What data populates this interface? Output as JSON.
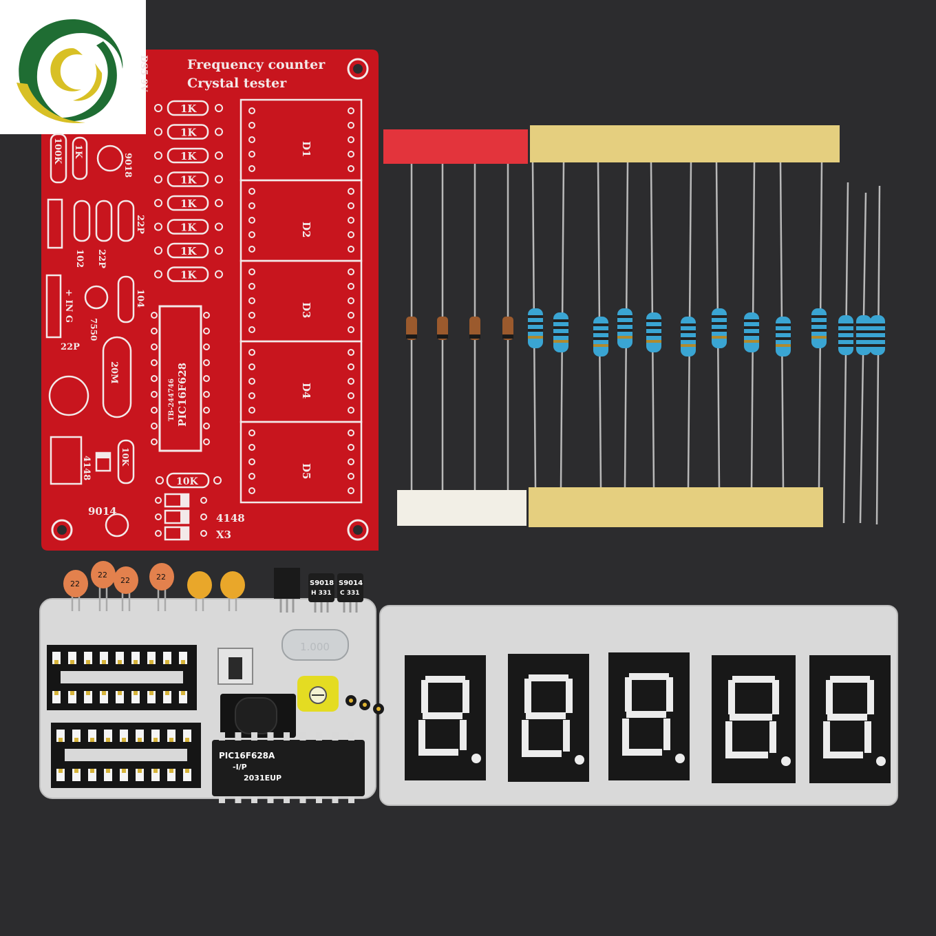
{
  "board": {
    "title_line1": "Frequency counter",
    "title_line2": "Crystal tester",
    "digit_labels": [
      "D1",
      "D2",
      "D3",
      "D4",
      "D5"
    ],
    "resistor_labels": [
      "1K",
      "1K",
      "1K",
      "1K",
      "1K",
      "1K",
      "1K",
      "1K"
    ],
    "r10k_label": "10K",
    "r10k_vertical_label": "10K",
    "chip_label": "PIC16F628",
    "chip_sub_label": "TB-244746",
    "left_labels": [
      "100K",
      "1K",
      "9018",
      "22P",
      "22P",
      "102",
      "104",
      "+ IN G",
      "7550",
      "22P",
      "20M",
      "4148",
      "9014"
    ],
    "bottom_labels": [
      "4148",
      "X3"
    ],
    "corner_label": "DS5 9V"
  },
  "parts": {
    "transistor_labels": [
      "S9018",
      "S9014"
    ],
    "transistor_codes": [
      "H 331",
      "C 331"
    ],
    "capacitor_labels": [
      "22",
      "22",
      "22",
      "22"
    ],
    "ic_labels": [
      "PIC16F628A",
      "-I/P",
      "2031EUP"
    ],
    "crystal_label": "1.000"
  },
  "colors": {
    "pcb_red": "#c8151e",
    "silkscreen": "#f3e9e9",
    "background": "#2c2c2e",
    "tape_yellow": "#e5cf7f",
    "tape_red": "#e3343c",
    "resistor_blue": "#3aa5d3",
    "logo_green": "#1f6d33",
    "logo_gold": "#d8c025"
  }
}
